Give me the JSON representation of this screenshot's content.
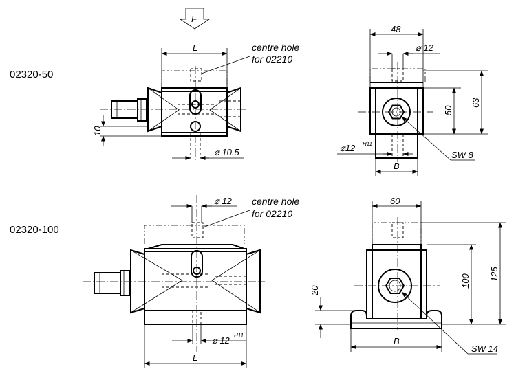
{
  "arrow_label": "F",
  "top_variant": {
    "part_number": "02320-50",
    "note_line1": "centre hole",
    "note_line2": "for 02210",
    "dim_L": "L",
    "dim_10": "10",
    "dim_hole_d": "⌀ 10.5",
    "dim_width": "48",
    "dim_d12": "⌀ 12",
    "dim_h50": "50",
    "dim_h63": "63",
    "dim_bore_prefix": "⌀12",
    "dim_bore_tol": "H11",
    "dim_B": "B",
    "dim_sw": "SW 8"
  },
  "bottom_variant": {
    "part_number": "02320-100",
    "dim_d12": "⌀ 12",
    "note_line1": "centre hole",
    "note_line2": "for 02210",
    "dim_bore_prefix": "⌀ 12",
    "dim_bore_tol": "H11",
    "dim_L": "L",
    "dim_width": "60",
    "dim_h20": "20",
    "dim_h100": "100",
    "dim_h125": "125",
    "dim_B": "B",
    "dim_sw": "SW 14"
  }
}
